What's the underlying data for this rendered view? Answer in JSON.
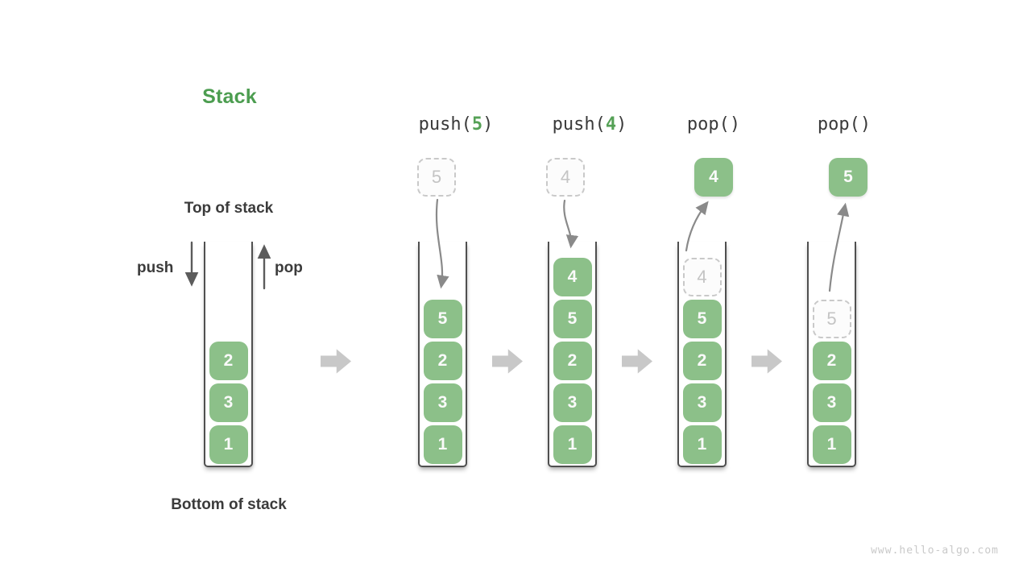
{
  "title": "Stack",
  "annotations": {
    "top_label": "Top of stack",
    "bottom_label": "Bottom of stack",
    "push_label": "push",
    "pop_label": "pop"
  },
  "watermark": "www.hello-algo.com",
  "colors": {
    "box_green": "#8cc089",
    "title_green": "#4c9d50",
    "arg_green": "#55a156",
    "dashed_border": "#c9c9c9",
    "dashed_text": "#c4c4c4",
    "block_arrow": "#c8c8c8",
    "curve_arrow": "#8a8a8a",
    "direction_arrow": "#5c5c5c",
    "text_dark": "#3b3b3b",
    "container_wall": "#4f4f4f"
  },
  "columns": [
    {
      "name": "initial-stack",
      "operation": null,
      "floating": null,
      "cells": [
        {
          "value": "1",
          "style": "solid"
        },
        {
          "value": "3",
          "style": "solid"
        },
        {
          "value": "2",
          "style": "solid"
        }
      ]
    },
    {
      "name": "after-push-5",
      "operation": {
        "pre": "push(",
        "arg": "5",
        "post": ")"
      },
      "floating": {
        "value": "5",
        "style": "dashed"
      },
      "arrow": "down",
      "cells": [
        {
          "value": "1",
          "style": "solid"
        },
        {
          "value": "3",
          "style": "solid"
        },
        {
          "value": "2",
          "style": "solid"
        },
        {
          "value": "5",
          "style": "solid"
        }
      ]
    },
    {
      "name": "after-push-4",
      "operation": {
        "pre": "push(",
        "arg": "4",
        "post": ")"
      },
      "floating": {
        "value": "4",
        "style": "dashed"
      },
      "arrow": "down",
      "cells": [
        {
          "value": "1",
          "style": "solid"
        },
        {
          "value": "3",
          "style": "solid"
        },
        {
          "value": "2",
          "style": "solid"
        },
        {
          "value": "5",
          "style": "solid"
        },
        {
          "value": "4",
          "style": "solid"
        }
      ]
    },
    {
      "name": "after-pop-4",
      "operation": {
        "pre": "pop(",
        "arg": "",
        "post": ")"
      },
      "floating": {
        "value": "4",
        "style": "solid"
      },
      "arrow": "up",
      "cells": [
        {
          "value": "1",
          "style": "solid"
        },
        {
          "value": "3",
          "style": "solid"
        },
        {
          "value": "2",
          "style": "solid"
        },
        {
          "value": "5",
          "style": "solid"
        },
        {
          "value": "4",
          "style": "dashed"
        }
      ]
    },
    {
      "name": "after-pop-5",
      "operation": {
        "pre": "pop(",
        "arg": "",
        "post": ")"
      },
      "floating": {
        "value": "5",
        "style": "solid"
      },
      "arrow": "up",
      "cells": [
        {
          "value": "1",
          "style": "solid"
        },
        {
          "value": "3",
          "style": "solid"
        },
        {
          "value": "2",
          "style": "solid"
        },
        {
          "value": "5",
          "style": "dashed"
        }
      ]
    }
  ]
}
